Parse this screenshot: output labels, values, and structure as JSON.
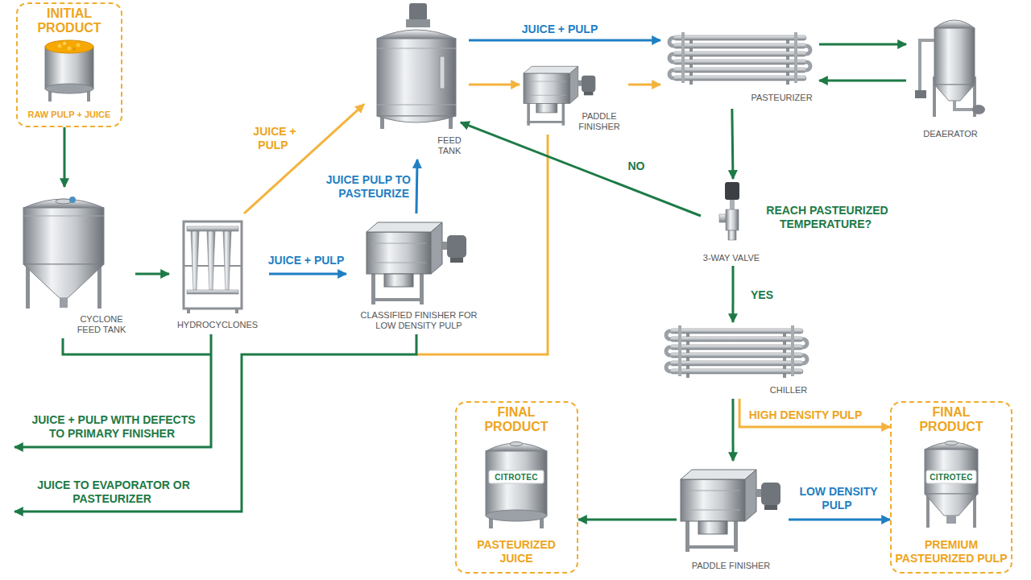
{
  "diagram": {
    "nodes": [
      {
        "text": [
          "INITIAL PRODUCT",
          "RAW PULP + JUICE"
        ]
      },
      {
        "text": [
          "FEED TANK"
        ]
      },
      {
        "text": [
          "PADDLE FINISHER"
        ]
      },
      {
        "text": [
          "PASTEURIZER"
        ]
      },
      {
        "text": [
          "DEAERATOR"
        ]
      },
      {
        "text": [
          "CYCLONE FEED TANK"
        ]
      },
      {
        "text": [
          "HYDROCYCLONES"
        ]
      },
      {
        "text": [
          "CLASSIFIED FINISHER FOR LOW DENSITY PULP"
        ]
      },
      {
        "text": [
          "3-WAY VALVE"
        ]
      },
      {
        "text": [
          "CHILLER"
        ]
      },
      {
        "text": [
          "FINAL PRODUCT",
          "PASTEURIZED JUICE"
        ]
      },
      {
        "text": [
          "PADDLE FINISHER"
        ]
      },
      {
        "text": [
          "FINAL PRODUCT",
          "PREMIUM PASTEURIZED PULP"
        ]
      }
    ],
    "edges": [
      {
        "from": 0,
        "to": 5,
        "arrow": "to"
      },
      {
        "from": 5,
        "to": 6,
        "arrow": "to"
      },
      {
        "from": 6,
        "to": 1,
        "label": "JUICE + PULP",
        "arrow": "to"
      },
      {
        "from": 6,
        "to": 7,
        "label": "JUICE + PULP",
        "arrow": "to"
      },
      {
        "from": 7,
        "to": 1,
        "label": "JUICE PULP TO PASTEURIZE",
        "arrow": "to"
      },
      {
        "from": 1,
        "to": 3,
        "label": "JUICE + PULP",
        "arrow": "to"
      },
      {
        "from": 1,
        "to": 2,
        "arrow": "to"
      },
      {
        "from": 2,
        "to": 3,
        "arrow": "to"
      },
      {
        "from": 3,
        "to": 4,
        "arrow": "to"
      },
      {
        "from": 4,
        "to": 3,
        "arrow": "to"
      },
      {
        "from": 3,
        "to": 8,
        "arrow": "to"
      },
      {
        "from": 8,
        "to": 1,
        "label": "NO",
        "arrow": "to"
      },
      {
        "from": 8,
        "to": 9,
        "label": "YES",
        "arrow": "to"
      },
      {
        "from": 9,
        "to": 12,
        "label": "HIGH DENSITY PULP",
        "arrow": "to"
      },
      {
        "from": 9,
        "to": 11,
        "arrow": "to"
      },
      {
        "from": 11,
        "to": 10,
        "arrow": "to"
      },
      {
        "from": 11,
        "to": 12,
        "label": "LOW DENSITY PULP",
        "arrow": "to"
      }
    ],
    "labels": [
      "REACH PASTEURIZED TEMPERATURE?",
      "JUICE + PULP WITH DEFECTS TO PRIMARY FINISHER",
      "JUICE TO EVAPORATOR OR PASTEURIZER",
      "CITROTEC",
      "CITROTEC"
    ]
  }
}
